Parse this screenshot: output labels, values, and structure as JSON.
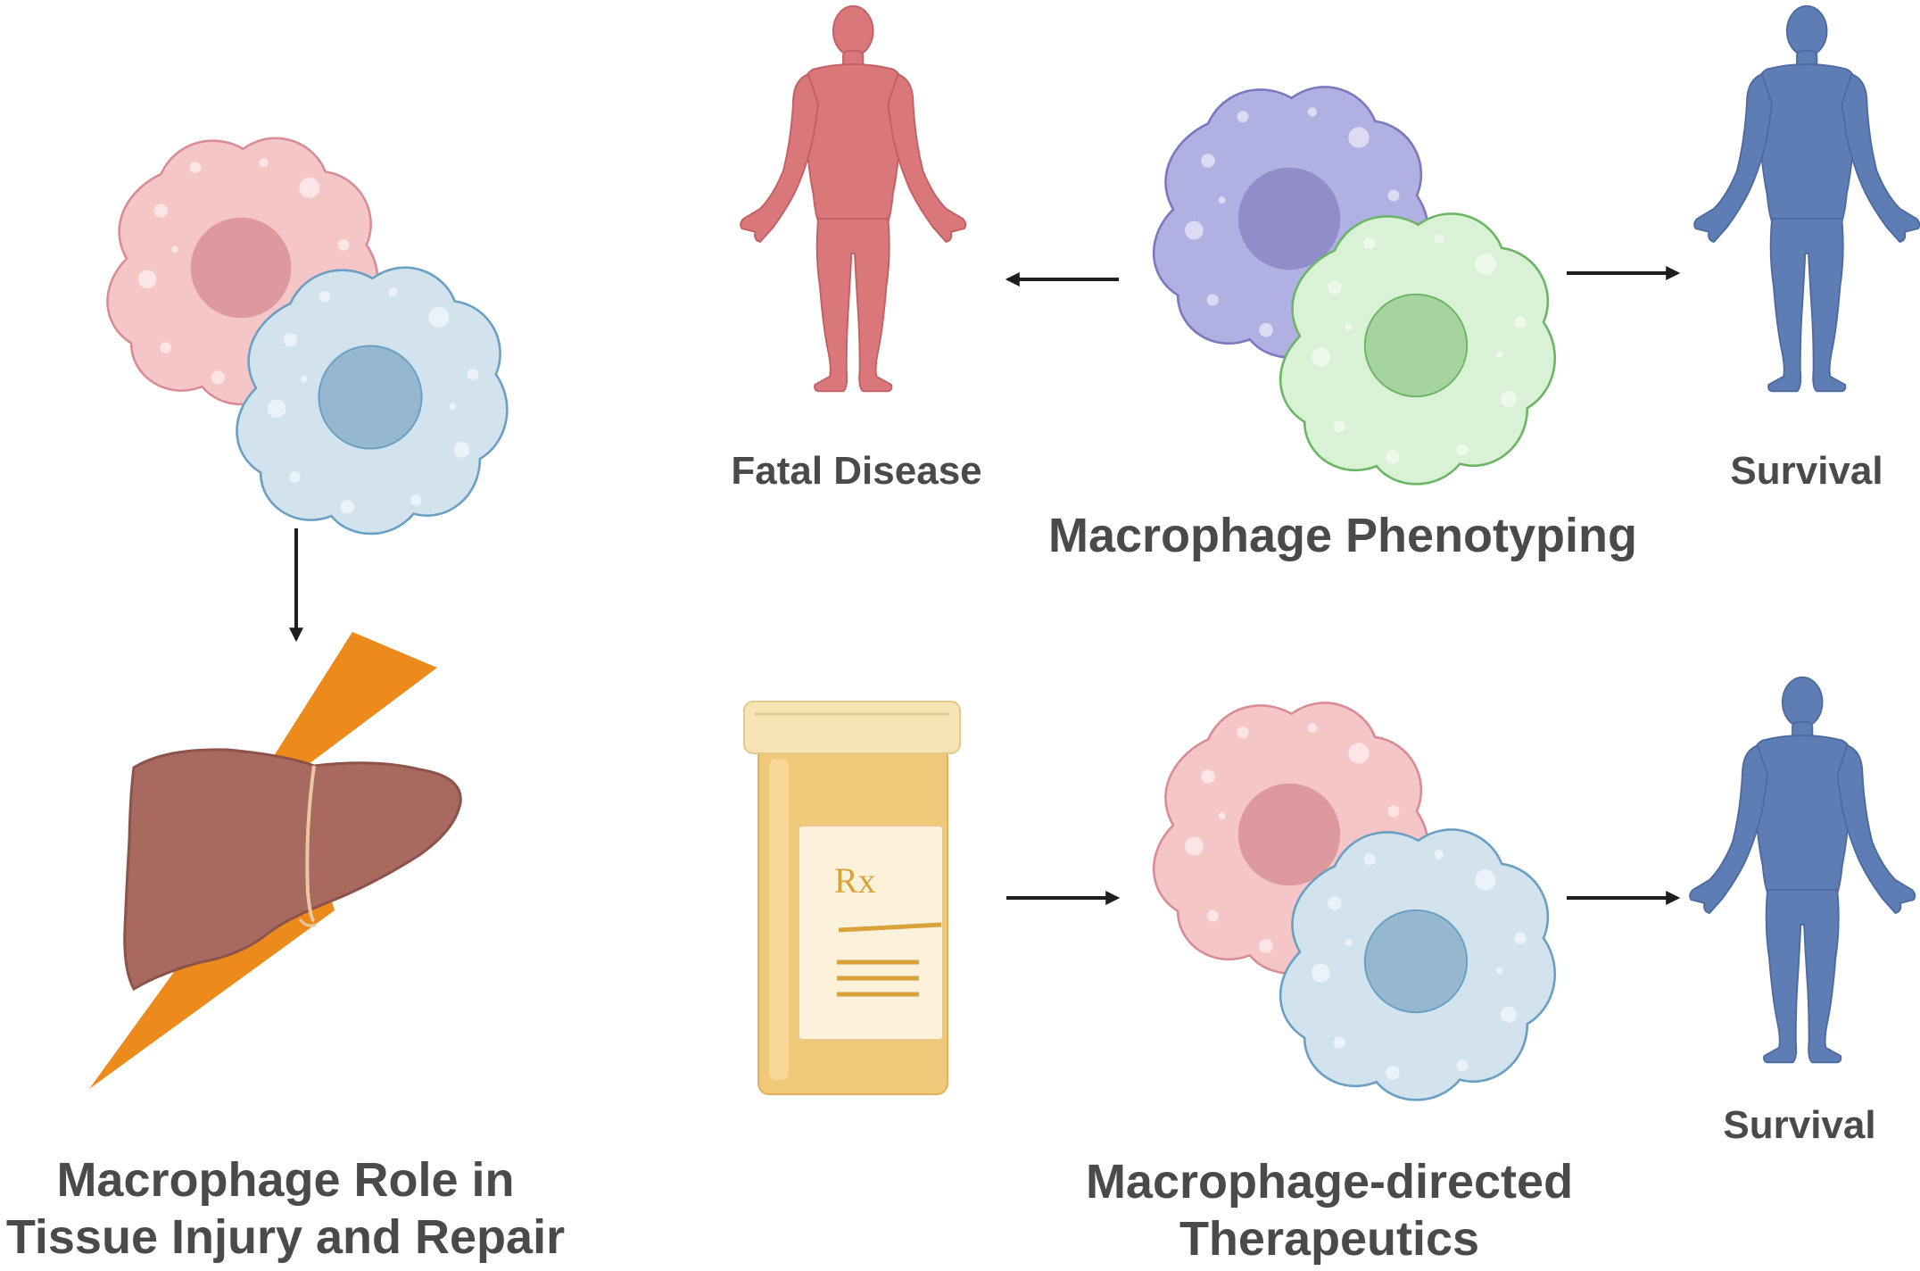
{
  "labels": {
    "fatal_disease": "Fatal Disease",
    "survival_top": "Survival",
    "survival_bottom": "Survival",
    "phenotyping": "Macrophage Phenotyping",
    "role_line1": "Macrophage Role in",
    "role_line2": "Tissue Injury and Repair",
    "therapeutics_line1": "Macrophage-directed",
    "therapeutics_line2": "Therapeutics",
    "rx_symbol": "Rx"
  },
  "colors": {
    "text": "#4a4a4a",
    "arrow": "#1e1e1e",
    "body_disease": "#d9777a",
    "body_survival": "#5f7db5",
    "cell_pink": "#f5c6c8",
    "cell_pink_nucleus": "#d99096",
    "cell_blue": "#d2e3ee",
    "cell_blue_nucleus": "#95b8d0",
    "cell_purple": "#b1b0e3",
    "cell_purple_nucleus": "#8e8ac7",
    "cell_green": "#d9f2d6",
    "cell_green_nucleus": "#a6d49f",
    "liver": "#a86a60",
    "lightning": "#ec8b1b",
    "pill_bottle": "#f0c87a",
    "pill_cap": "#f6e3b6"
  },
  "icons": [
    "macrophage-cell-pink-icon",
    "macrophage-cell-blue-icon",
    "macrophage-cell-purple-icon",
    "macrophage-cell-green-icon",
    "human-body-disease-icon",
    "human-body-survival-icon",
    "liver-icon",
    "lightning-icon",
    "pill-bottle-icon",
    "arrow-icon"
  ]
}
